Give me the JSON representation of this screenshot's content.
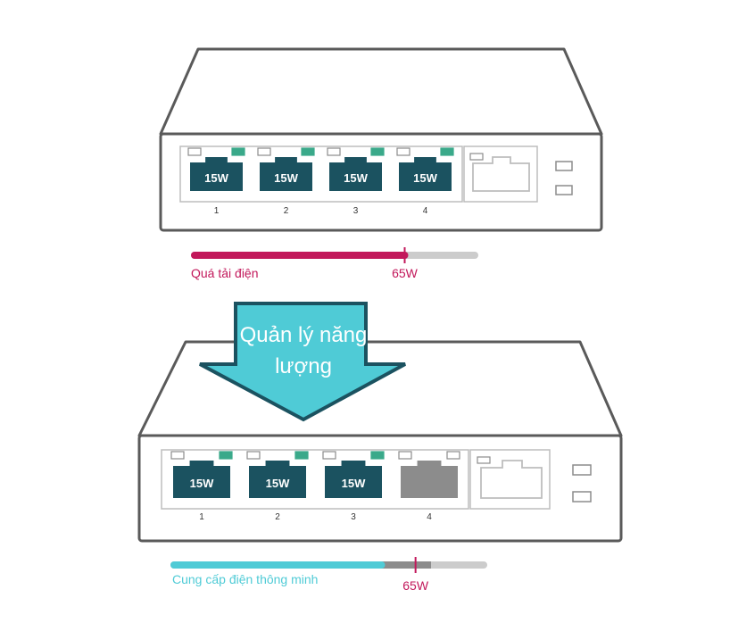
{
  "colors": {
    "outline": "#5a5a5a",
    "port_active": "#1b5260",
    "port_inactive": "#8c8c8c",
    "led_on": "#3aa98a",
    "overload_bar": "#c2185b",
    "smart_bar": "#4fcbd6",
    "smart_reserve": "#8c8c8c",
    "track": "#cccccc",
    "arrow_fill": "#4fcbd6",
    "arrow_stroke": "#1b5260"
  },
  "top_switch": {
    "ports": [
      {
        "label": "15W",
        "number": "1",
        "active": true
      },
      {
        "label": "15W",
        "number": "2",
        "active": true
      },
      {
        "label": "15W",
        "number": "3",
        "active": true
      },
      {
        "label": "15W",
        "number": "4",
        "active": true
      }
    ],
    "uplink_icon": "ethernet-port-icon"
  },
  "overload_bar": {
    "caption": "Quá tải điện",
    "limit_label": "65W",
    "max": 65,
    "demand": 60,
    "fill_fraction": 0.75,
    "limit_fraction": 0.75
  },
  "arrow": {
    "line1": "Quản lý năng",
    "line2": "lượng"
  },
  "bottom_switch": {
    "ports": [
      {
        "label": "15W",
        "number": "1",
        "active": true
      },
      {
        "label": "15W",
        "number": "2",
        "active": true
      },
      {
        "label": "15W",
        "number": "3",
        "active": true
      },
      {
        "label": "",
        "number": "4",
        "active": false
      }
    ],
    "uplink_icon": "ethernet-port-icon"
  },
  "smart_bar": {
    "caption": "Cung cấp điện thông minh",
    "limit_label": "65W",
    "fill_fraction": 0.67,
    "reserve_fraction": 0.83,
    "limit_fraction": 0.78
  }
}
